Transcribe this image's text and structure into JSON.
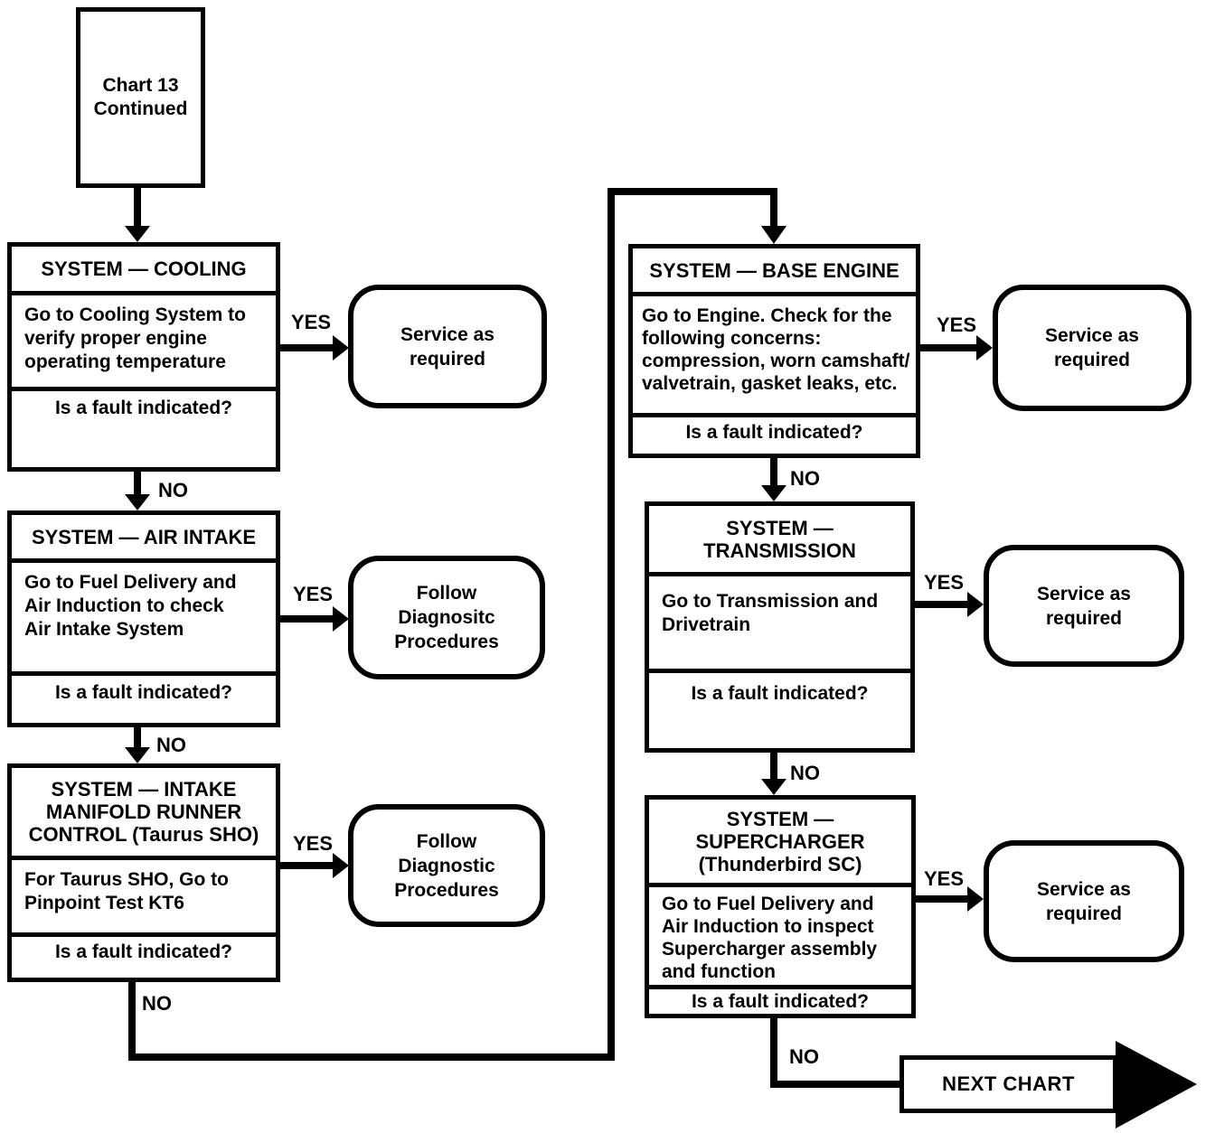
{
  "labels": {
    "yes": "YES",
    "no": "NO"
  },
  "start": {
    "label": "Chart 13\nContinued"
  },
  "nodes": {
    "cooling": {
      "header": "SYSTEM — COOLING",
      "body": "Go to Cooling System to\nverify proper engine\noperating temperature",
      "question": "Is a fault indicated?"
    },
    "air_intake": {
      "header": "SYSTEM — AIR INTAKE",
      "body": "Go to Fuel Delivery and\nAir Induction to check\nAir Intake System",
      "question": "Is a fault indicated?"
    },
    "intake_manifold": {
      "header": "SYSTEM — INTAKE\nMANIFOLD RUNNER\nCONTROL (Taurus SHO)",
      "body": "For Taurus SHO, Go to\nPinpoint Test KT6",
      "question": "Is a fault indicated?"
    },
    "base_engine": {
      "header": "SYSTEM — BASE ENGINE",
      "body": "Go to Engine. Check for the\nfollowing concerns:\ncompression, worn camshaft/\nvalvetrain, gasket leaks, etc.",
      "question": "Is a fault indicated?"
    },
    "transmission": {
      "header": "SYSTEM —\nTRANSMISSION",
      "body": "Go to Transmission and\nDrivetrain",
      "question": "Is a fault indicated?"
    },
    "supercharger": {
      "header": "SYSTEM —\nSUPERCHARGER\n(Thunderbird SC)",
      "body": "Go to Fuel Delivery and\nAir Induction to inspect\nSupercharger assembly\nand function",
      "question": "Is a fault indicated?"
    }
  },
  "outcomes": {
    "service_cooling": "Service as\nrequired",
    "follow_air_intake": "Follow\nDiagnositc\nProcedures",
    "follow_intake_manifold": "Follow\nDiagnostic\nProcedures",
    "service_base_engine": "Service as\nrequired",
    "service_transmission": "Service as\nrequired",
    "service_supercharger": "Service as\nrequired"
  },
  "next_chart": {
    "label": "NEXT CHART"
  },
  "colors": {
    "line": "#000000",
    "background": "#ffffff"
  }
}
